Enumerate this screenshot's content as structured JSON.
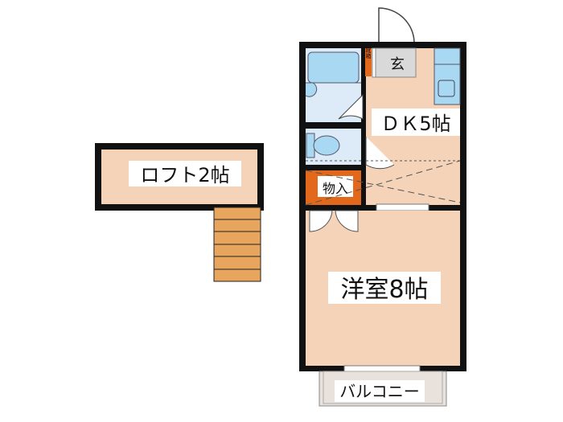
{
  "rooms": {
    "loft": "ロフト2帖",
    "dk": "ＤＫ5帖",
    "western": "洋室8帖",
    "balcony": "バルコニー",
    "storage": "物入",
    "entrance": "玄",
    "shoe_box": "靴箱"
  },
  "colors": {
    "wall": "#111111",
    "floor": "#f4d3b8",
    "wet_area": "#dcebf7",
    "fixture": "#a9d8f2",
    "storage": "#e2681c",
    "entrance": "#d9d9d9",
    "stairs": "#e7a55e",
    "balcony": "#e9e1dc"
  }
}
